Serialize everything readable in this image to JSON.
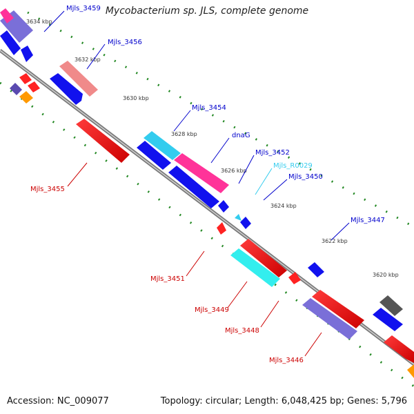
{
  "title": "Mycobacterium sp. JLS, complete genome",
  "footer": {
    "accession_label": "Accession:",
    "accession": "NC_009077",
    "topology_label": "Topology:",
    "topology": "circular",
    "length_label": "Length:",
    "length": "6,048,425 bp",
    "genes_label": "Genes:",
    "genes": "5,796"
  },
  "colors": {
    "label_blue": "#0000cc",
    "label_red": "#cc0000",
    "label_cyan": "#33ccee",
    "tick_green": "#228822",
    "backbone": "#7a7a7a"
  },
  "ticks": [
    "3634 kbp",
    "3632 kbp",
    "3630 kbp",
    "3628 kbp",
    "3626 kbp",
    "3624 kbp",
    "3622 kbp",
    "3620 kbp"
  ],
  "gene_labels": [
    {
      "id": "Mjls_3459",
      "color": "blue"
    },
    {
      "id": "Mjls_3456",
      "color": "blue"
    },
    {
      "id": "Mjls_3454",
      "color": "blue"
    },
    {
      "id": "dnaG",
      "color": "blue"
    },
    {
      "id": "Mjls_3452",
      "color": "blue"
    },
    {
      "id": "Mjls_R0029",
      "color": "cyan"
    },
    {
      "id": "Mjls_3450",
      "color": "blue"
    },
    {
      "id": "Mjls_3447",
      "color": "blue"
    },
    {
      "id": "Mjls_3455",
      "color": "red"
    },
    {
      "id": "Mjls_3451",
      "color": "red"
    },
    {
      "id": "Mjls_3449",
      "color": "red"
    },
    {
      "id": "Mjls_3448",
      "color": "red"
    },
    {
      "id": "Mjls_3446",
      "color": "red"
    }
  ]
}
